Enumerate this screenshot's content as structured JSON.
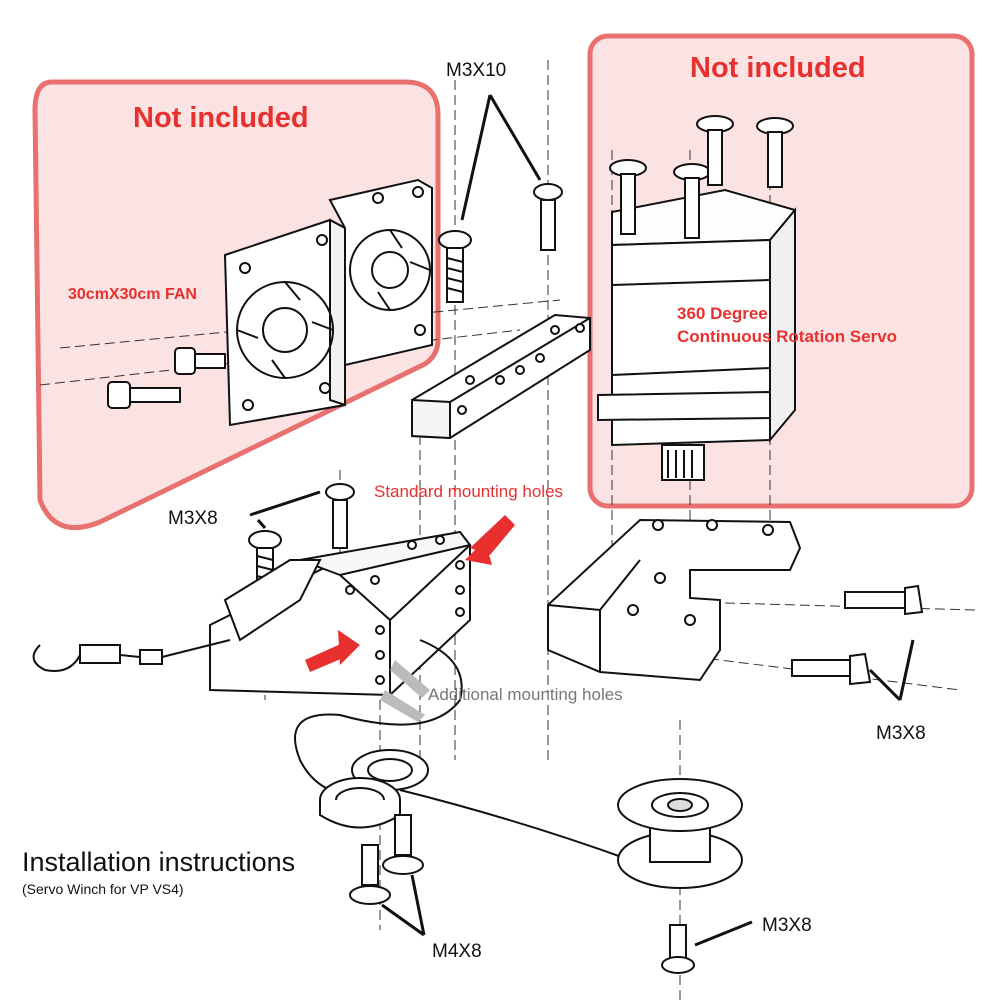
{
  "colors": {
    "accent_red": "#e8312f",
    "box_fill": "#fbe3e3",
    "line": "#111111",
    "arrow_gray": "#bbbbbb"
  },
  "boxes": {
    "left_title": "Not included",
    "right_title": "Not included"
  },
  "labels": {
    "fan": "30cmX30cm FAN",
    "servo_line1": "360 Degree",
    "servo_line2": "Continuous Rotation Servo",
    "standard_holes": "Standard mounting holes",
    "additional_holes": "Additional mounting holes",
    "instructions_title": "Installation instructions",
    "instructions_sub": "(Servo Winch for VP VS4)"
  },
  "screws": {
    "m3x10": "M3X10",
    "m3x8_left": "M3X8",
    "m3x8_right": "M3X8",
    "m3x8_bottom": "M3X8",
    "m4x8": "M4X8"
  }
}
